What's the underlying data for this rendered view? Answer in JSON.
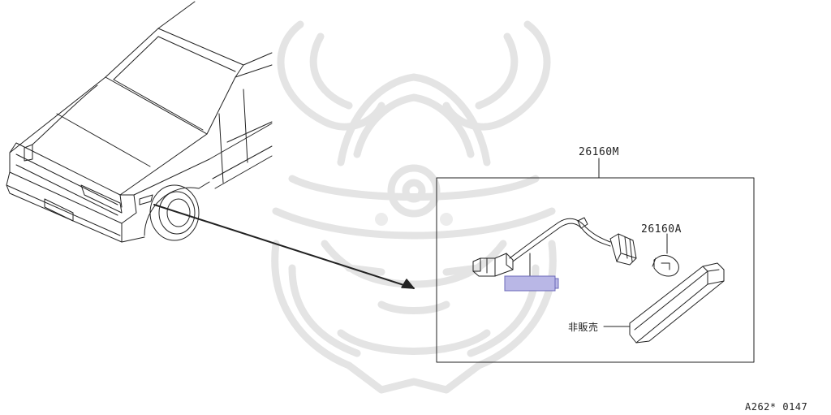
{
  "diagram": {
    "part_number_main": "26160M",
    "part_number_bulb": "26160A",
    "not_sold_label": "非販売",
    "diagram_code": "A262* 0147"
  },
  "colors": {
    "line": "#222222",
    "highlight_fill": "#b9b7e6",
    "highlight_stroke": "#6b68b8",
    "watermark": "#e6e6e6"
  },
  "icons": {
    "watermark": "samurai-helmet-logo"
  }
}
